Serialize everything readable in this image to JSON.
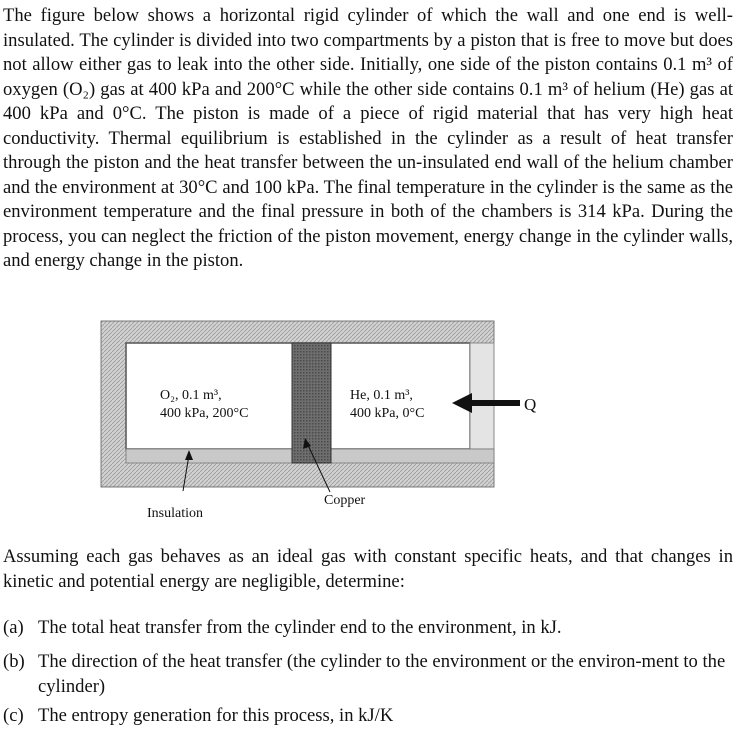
{
  "intro_paragraph": "The figure below shows a horizontal rigid cylinder of which the wall and one end is well-insulated. The cylinder is divided into two compartments by a piston that is free to move but does not allow either gas to leak into the other side. Initially, one side of the piston contains 0.1 m³ of oxygen (O₂) gas at 400 kPa and 200°C while the other side contains 0.1 m³ of helium (He) gas at 400 kPa and 0°C. The piston is made of a piece of rigid material that has very high heat conductivity. Thermal equilibrium is established in the cylinder as a result of heat transfer through the piston and the heat transfer between the un-insulated end wall of the helium chamber and the environment at 30°C and 100 kPa. The final temperature in the cylinder is the same as the environment temperature and the final pressure in both of the chambers is 314 kPa. During the process, you can neglect the friction of the piston movement, energy change in the cylinder walls, and energy change in the piston.",
  "figure": {
    "o2_line1": "O₂, 0.1 m³,",
    "o2_line2": "400 kPa, 200°C",
    "he_line1": "He, 0.1 m³,",
    "he_line2": "400 kPa, 0°C",
    "heat_label": "Q",
    "insulation_label": "Insulation",
    "copper_label": "Copper"
  },
  "assumption_paragraph": "Assuming each gas behaves as an ideal gas with constant specific heats, and that changes in kinetic and potential energy are negligible, determine:",
  "questions": [
    {
      "label": "(a)",
      "text": "The total heat transfer from the cylinder end to the environment, in kJ."
    },
    {
      "label": "(b)",
      "text": "The direction of the heat transfer (the cylinder to the environment or the environ-ment to the cylinder)"
    },
    {
      "label": "(c)",
      "text": "The entropy generation for this process, in kJ/K"
    }
  ]
}
